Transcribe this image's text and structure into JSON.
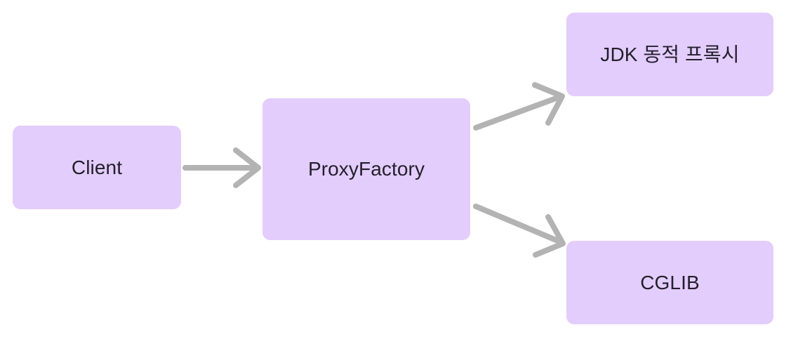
{
  "diagram": {
    "background_color": "#ffffff",
    "node_fill_color": "#e3cdfc",
    "node_text_color": "#231f2c",
    "edge_color": "#b3b3b3",
    "nodes": [
      {
        "id": "client",
        "label": "Client"
      },
      {
        "id": "proxyfactory",
        "label": "ProxyFactory"
      },
      {
        "id": "jdkproxy",
        "label": "JDK 동적 프록시"
      },
      {
        "id": "cglib",
        "label": "CGLIB"
      }
    ],
    "edges": [
      {
        "id": "client-to-proxyfactory",
        "from": "Client",
        "to": "ProxyFactory",
        "style": "straight-arrow"
      },
      {
        "id": "proxyfactory-to-jdk",
        "from": "ProxyFactory",
        "to": "JDK 동적 프록시",
        "style": "diagonal-up-arrow"
      },
      {
        "id": "proxyfactory-to-cglib",
        "from": "ProxyFactory",
        "to": "CGLIB",
        "style": "diagonal-down-arrow"
      }
    ]
  }
}
